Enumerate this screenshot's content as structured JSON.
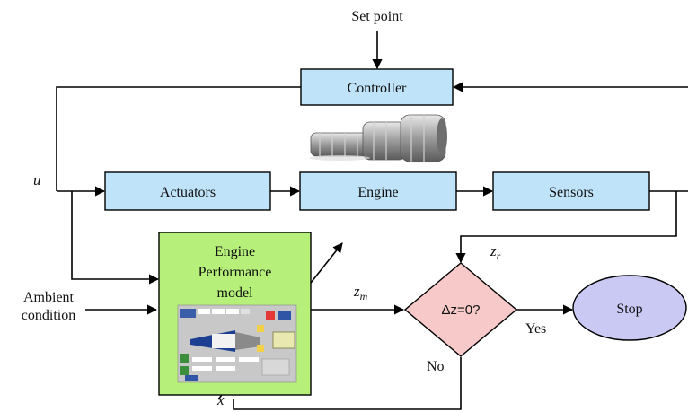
{
  "inputs": {
    "set_point": "Set point",
    "ambient_line1": "Ambient",
    "ambient_line2": "condition"
  },
  "blocks": {
    "controller": "Controller",
    "actuators": "Actuators",
    "engine": "Engine",
    "sensors": "Sensors",
    "model_line1": "Engine",
    "model_line2": "Performance",
    "model_line3": "model",
    "decision": "Δz=0?",
    "stop": "Stop"
  },
  "signals": {
    "u": "u",
    "x": "x",
    "z_m_base": "z",
    "z_m_sub": "m",
    "z_r_base": "z",
    "z_r_sub": "r"
  },
  "branches": {
    "yes": "Yes",
    "no": "No"
  },
  "images": {
    "engine_photo": "jet-engine-photo",
    "model_screenshot": "performance-software-screenshot"
  },
  "colors": {
    "process_block_fill": "#bfe3f8",
    "model_block_fill": "#b6f07a",
    "decision_fill": "#f7c9c9",
    "stop_fill": "#c9c9f4",
    "line": "#000000"
  }
}
